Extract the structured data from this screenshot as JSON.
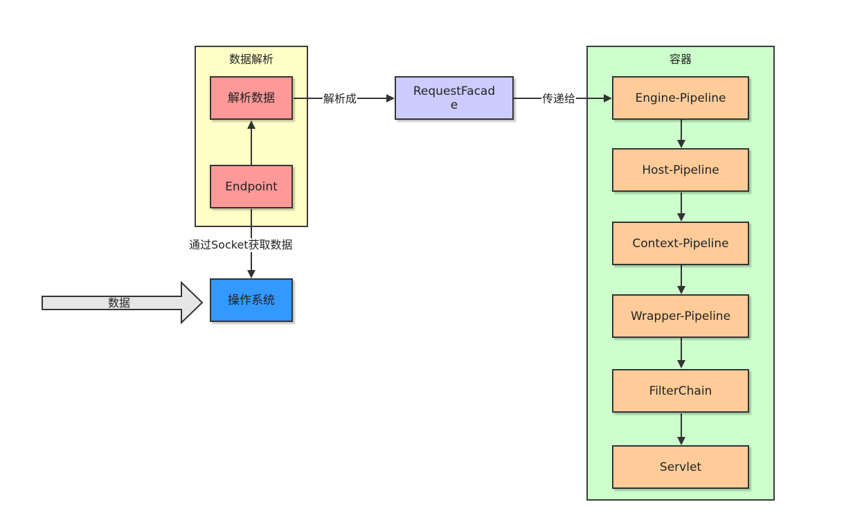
{
  "colors": {
    "parse_group_fill": "#ffffc8",
    "container_group_fill": "#ccffcc",
    "red_node": "#ff9999",
    "purple_node": "#ccccff",
    "blue_node": "#3399ff",
    "orange_node": "#ffcc99",
    "arrow_gray": "#e6e6e6",
    "line": "#333333"
  },
  "groups": {
    "parse": {
      "title": "数据解析"
    },
    "container": {
      "title": "容器"
    }
  },
  "nodes": {
    "parse_data": "解析数据",
    "endpoint": "Endpoint",
    "os": "操作系统",
    "request_facade": "RequestFacade",
    "engine_pipeline": "Engine-Pipeline",
    "host_pipeline": "Host-Pipeline",
    "context_pipeline": "Context-Pipeline",
    "wrapper_pipeline": "Wrapper-Pipeline",
    "filter_chain": "FilterChain",
    "servlet": "Servlet"
  },
  "edges": {
    "socket_label": "通过Socket获取数据",
    "parse_to_label": "解析成",
    "pass_to_label": "传递给"
  },
  "input": {
    "label": "数据"
  }
}
